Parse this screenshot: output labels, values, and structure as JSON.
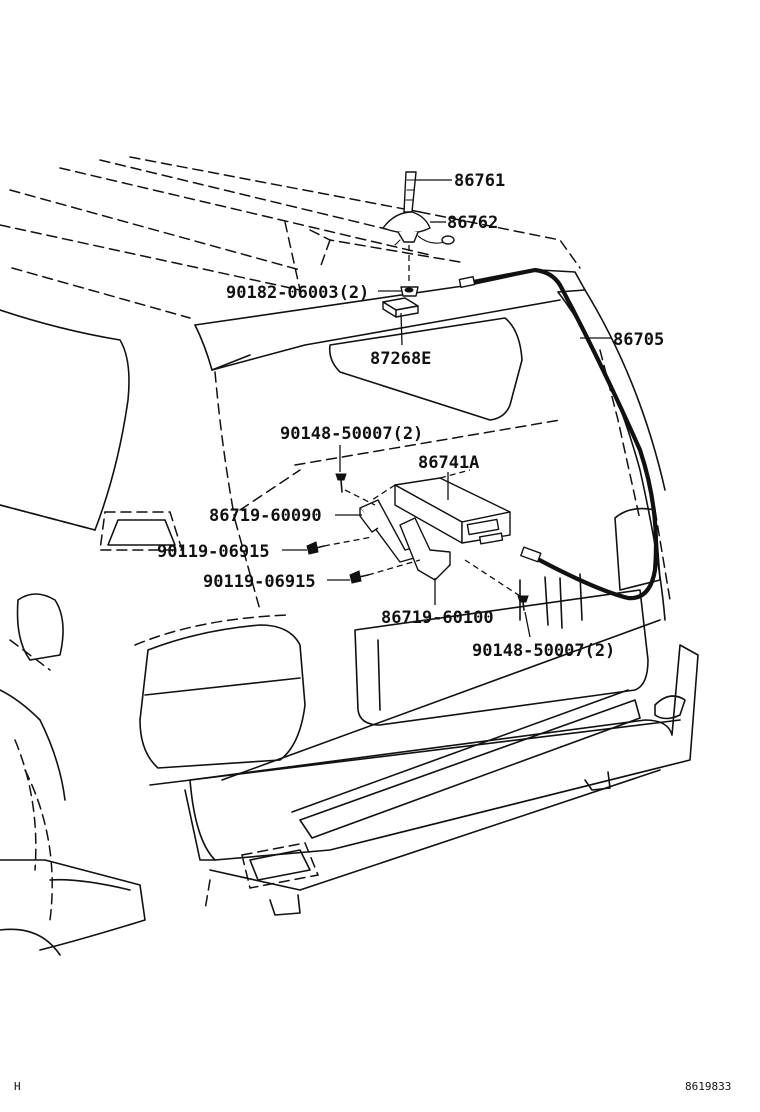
{
  "diagram": {
    "labels": [
      {
        "id": "p86761",
        "text": "86761"
      },
      {
        "id": "p86762",
        "text": "86762"
      },
      {
        "id": "p90182",
        "text": "90182-06003(2)"
      },
      {
        "id": "p87268e",
        "text": "87268E"
      },
      {
        "id": "p86705",
        "text": "86705"
      },
      {
        "id": "p90148a",
        "text": "90148-50007(2)"
      },
      {
        "id": "p86741a",
        "text": "86741A"
      },
      {
        "id": "p86719a",
        "text": "86719-60090"
      },
      {
        "id": "p90119a",
        "text": "90119-06915"
      },
      {
        "id": "p90119b",
        "text": "90119-06915"
      },
      {
        "id": "p86719b",
        "text": "86719-60100"
      },
      {
        "id": "p90148b",
        "text": "90148-50007(2)"
      }
    ],
    "corner_left": "H",
    "corner_right": "8619833"
  }
}
